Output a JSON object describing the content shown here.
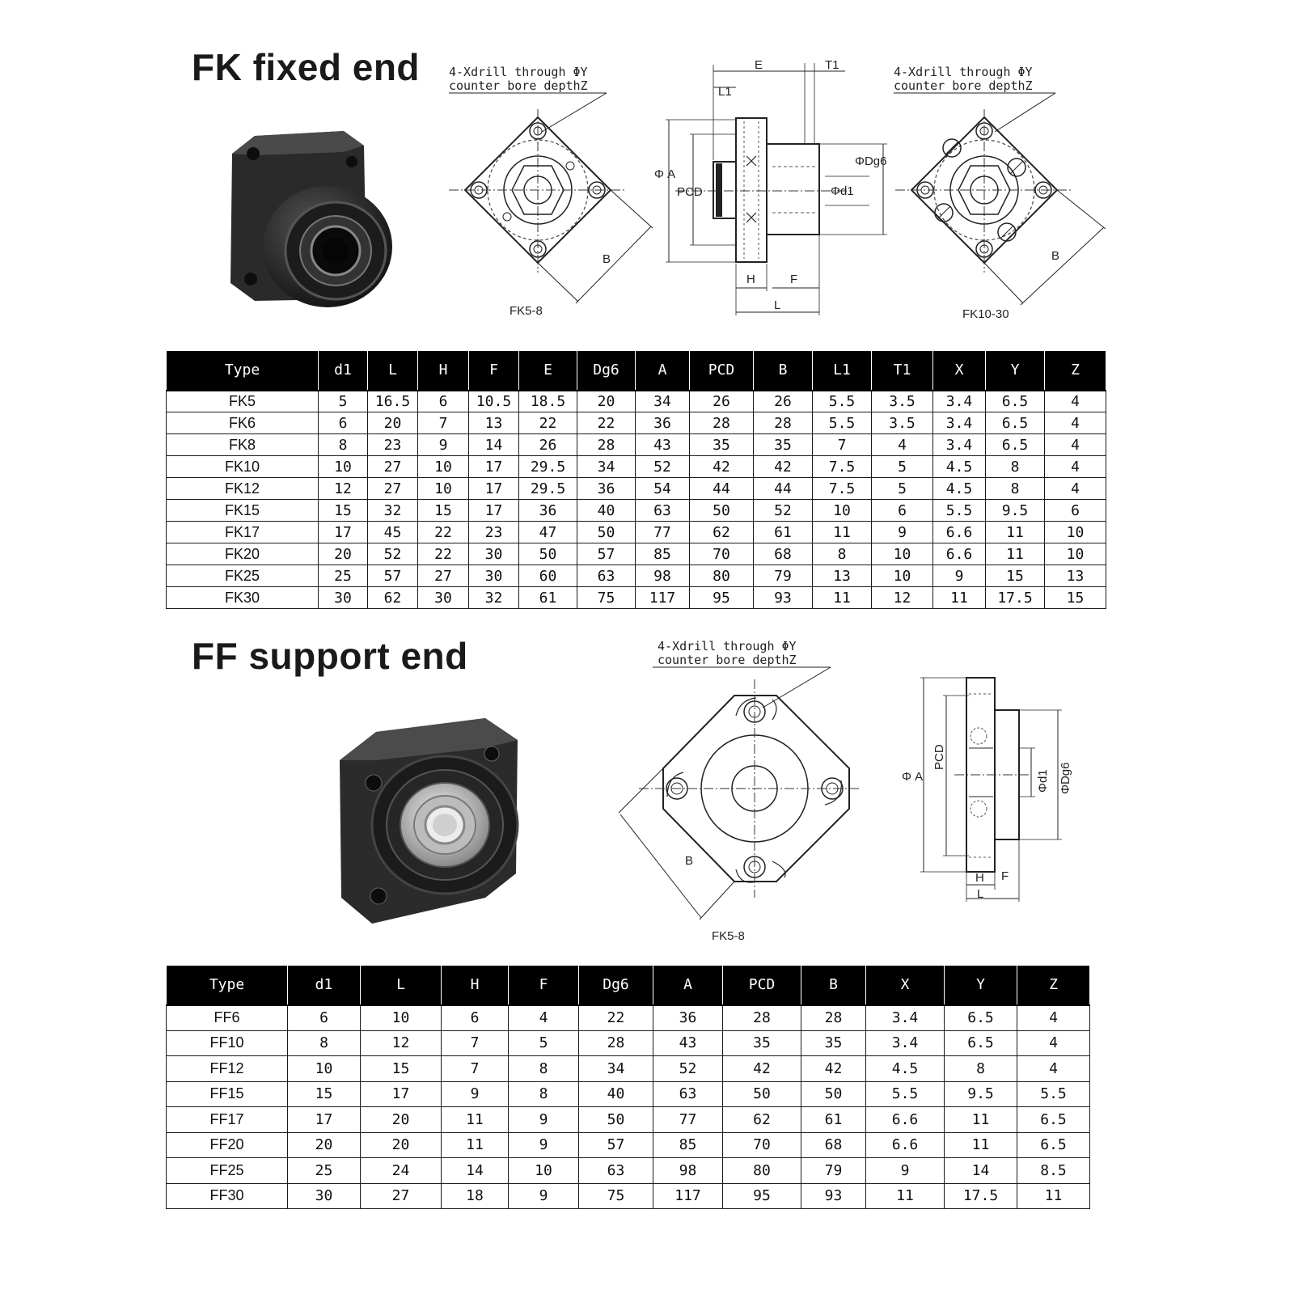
{
  "fk": {
    "title": "FK fixed end",
    "drill_note_1": "4-Xdrill through ΦY",
    "drill_note_2": "counter bore depthZ",
    "dims": {
      "E": "E",
      "T1": "T1",
      "L1": "L1",
      "A": "Φ A",
      "PCD": "PCD",
      "Dg6": "ΦDg6",
      "d1": "Φd1",
      "H": "H",
      "F": "F",
      "L": "L",
      "B": "B"
    },
    "caption_left": "FK5-8",
    "caption_right": "FK10-30",
    "table": {
      "headers": [
        "Type",
        "d1",
        "L",
        "H",
        "F",
        "E",
        "Dg6",
        "A",
        "PCD",
        "B",
        "L1",
        "T1",
        "X",
        "Y",
        "Z"
      ],
      "rows": [
        [
          "FK5",
          "5",
          "16.5",
          "6",
          "10.5",
          "18.5",
          "20",
          "34",
          "26",
          "26",
          "5.5",
          "3.5",
          "3.4",
          "6.5",
          "4"
        ],
        [
          "FK6",
          "6",
          "20",
          "7",
          "13",
          "22",
          "22",
          "36",
          "28",
          "28",
          "5.5",
          "3.5",
          "3.4",
          "6.5",
          "4"
        ],
        [
          "FK8",
          "8",
          "23",
          "9",
          "14",
          "26",
          "28",
          "43",
          "35",
          "35",
          "7",
          "4",
          "3.4",
          "6.5",
          "4"
        ],
        [
          "FK10",
          "10",
          "27",
          "10",
          "17",
          "29.5",
          "34",
          "52",
          "42",
          "42",
          "7.5",
          "5",
          "4.5",
          "8",
          "4"
        ],
        [
          "FK12",
          "12",
          "27",
          "10",
          "17",
          "29.5",
          "36",
          "54",
          "44",
          "44",
          "7.5",
          "5",
          "4.5",
          "8",
          "4"
        ],
        [
          "FK15",
          "15",
          "32",
          "15",
          "17",
          "36",
          "40",
          "63",
          "50",
          "52",
          "10",
          "6",
          "5.5",
          "9.5",
          "6"
        ],
        [
          "FK17",
          "17",
          "45",
          "22",
          "23",
          "47",
          "50",
          "77",
          "62",
          "61",
          "11",
          "9",
          "6.6",
          "11",
          "10"
        ],
        [
          "FK20",
          "20",
          "52",
          "22",
          "30",
          "50",
          "57",
          "85",
          "70",
          "68",
          "8",
          "10",
          "6.6",
          "11",
          "10"
        ],
        [
          "FK25",
          "25",
          "57",
          "27",
          "30",
          "60",
          "63",
          "98",
          "80",
          "79",
          "13",
          "10",
          "9",
          "15",
          "13"
        ],
        [
          "FK30",
          "30",
          "62",
          "30",
          "32",
          "61",
          "75",
          "117",
          "95",
          "93",
          "11",
          "12",
          "11",
          "17.5",
          "15"
        ]
      ]
    }
  },
  "ff": {
    "title": "FF support end",
    "drill_note_1": "4-Xdrill through ΦY",
    "drill_note_2": "counter bore depthZ",
    "dims": {
      "A": "Φ A",
      "PCD": "PCD",
      "d1": "Φd1",
      "Dg6": "ΦDg6",
      "H": "H",
      "F": "F",
      "L": "L",
      "B": "B"
    },
    "caption": "FK5-8",
    "table": {
      "headers": [
        "Type",
        "d1",
        "L",
        "H",
        "F",
        "Dg6",
        "A",
        "PCD",
        "B",
        "X",
        "Y",
        "Z"
      ],
      "rows": [
        [
          "FF6",
          "6",
          "10",
          "6",
          "4",
          "22",
          "36",
          "28",
          "28",
          "3.4",
          "6.5",
          "4"
        ],
        [
          "FF10",
          "8",
          "12",
          "7",
          "5",
          "28",
          "43",
          "35",
          "35",
          "3.4",
          "6.5",
          "4"
        ],
        [
          "FF12",
          "10",
          "15",
          "7",
          "8",
          "34",
          "52",
          "42",
          "42",
          "4.5",
          "8",
          "4"
        ],
        [
          "FF15",
          "15",
          "17",
          "9",
          "8",
          "40",
          "63",
          "50",
          "50",
          "5.5",
          "9.5",
          "5.5"
        ],
        [
          "FF17",
          "17",
          "20",
          "11",
          "9",
          "50",
          "77",
          "62",
          "61",
          "6.6",
          "11",
          "6.5"
        ],
        [
          "FF20",
          "20",
          "20",
          "11",
          "9",
          "57",
          "85",
          "70",
          "68",
          "6.6",
          "11",
          "6.5"
        ],
        [
          "FF25",
          "25",
          "24",
          "14",
          "10",
          "63",
          "98",
          "80",
          "79",
          "9",
          "14",
          "8.5"
        ],
        [
          "FF30",
          "30",
          "27",
          "18",
          "9",
          "75",
          "117",
          "95",
          "93",
          "11",
          "17.5",
          "11"
        ]
      ]
    }
  }
}
